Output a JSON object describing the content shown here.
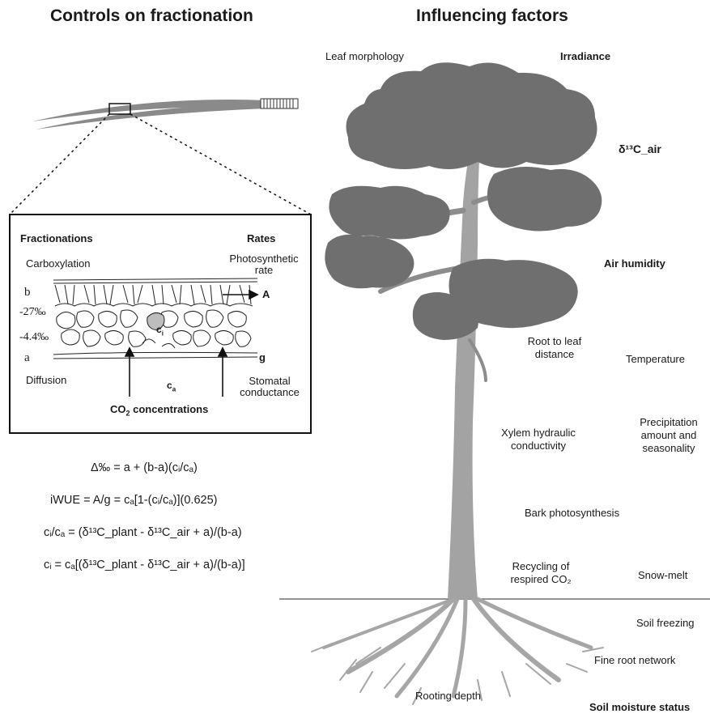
{
  "titles": {
    "left": "Controls on fractionation",
    "right": "Influencing factors"
  },
  "inset": {
    "fractionations_header": "Fractionations",
    "rates_header": "Rates",
    "carboxylation": "Carboxylation",
    "photosynthetic_rate": [
      "Photosynthetic",
      "rate"
    ],
    "b": "b",
    "b_value": "-27‰",
    "a_value": "-4.4‰",
    "a": "a",
    "A": "A",
    "g": "g",
    "ci": "c",
    "ci_sub": "i",
    "diffusion": "Diffusion",
    "ca": "c",
    "ca_sub": "a",
    "stomatal_conductance": [
      "Stomatal",
      "conductance"
    ],
    "co2_concentrations": "CO",
    "co2_sub": "2",
    "co2_rest": " concentrations"
  },
  "equations": [
    "Δ‰ = a + (b-a)(cᵢ/cₐ)",
    "iWUE = A/g = cₐ[1-(cᵢ/cₐ)](0.625)",
    "cᵢ/cₐ = (δ¹³C_plant - δ¹³C_air + a)/(b-a)",
    "cᵢ = cₐ[(δ¹³C_plant - δ¹³C_air + a)/(b-a)]"
  ],
  "factors": {
    "leaf_morphology": "Leaf morphology",
    "irradiance": "Irradiance",
    "d13c_air": "δ¹³C_air",
    "air_humidity": "Air humidity",
    "root_to_leaf": [
      "Root to leaf",
      "distance"
    ],
    "temperature": "Temperature",
    "xylem": [
      "Xylem hydraulic",
      "conductivity"
    ],
    "precipitation": [
      "Precipitation",
      "amount and",
      "seasonality"
    ],
    "bark": "Bark photosynthesis",
    "recycling": [
      "Recycling of",
      "respired CO₂"
    ],
    "snowmelt": "Snow-melt",
    "soil_freezing": "Soil freezing",
    "fine_root": "Fine root network",
    "rooting_depth": "Rooting depth",
    "soil_moisture": "Soil moisture status"
  },
  "colors": {
    "canopy": "#6f6f6f",
    "trunk": "#a3a3a3",
    "branch": "#8c8c8c",
    "roots": "#a6a6a6",
    "needle": "#8a8a8a",
    "cell_fill": "#bdbdbd",
    "line": "#1a1a1a"
  }
}
